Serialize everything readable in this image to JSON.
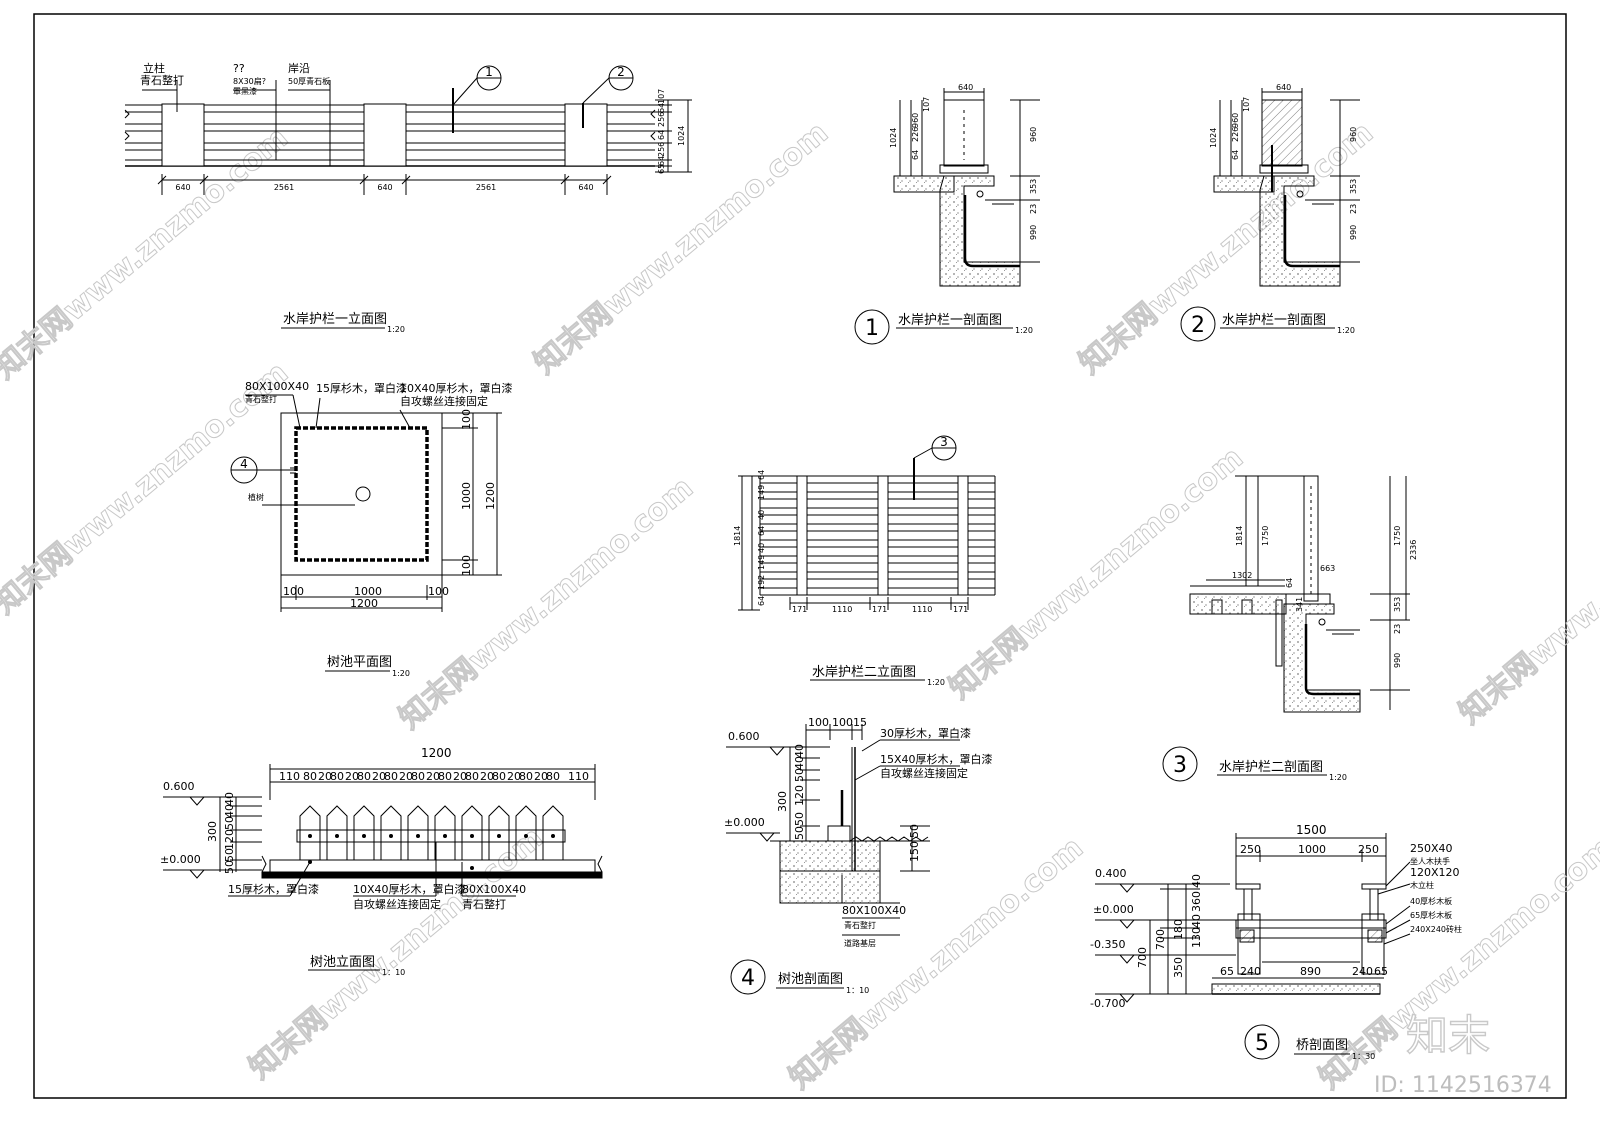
{
  "watermark": {
    "text": "知末网www.znzmo.com",
    "brand": "知末",
    "id": "ID: 1142516374"
  },
  "rail1_elev": {
    "title": "水岸护栏一立面图",
    "scale": "1:20",
    "notes": [
      "立柱",
      "青石整打",
      "??",
      "8X30扁?",
      "罩黑漆",
      "岸沿",
      "50厚青石板"
    ],
    "dims_bottom": [
      "640",
      "2561",
      "640",
      "2561",
      "640"
    ],
    "dims_right": [
      "107",
      "64",
      "256",
      "64",
      "256",
      "64",
      "65"
    ],
    "dim_total": "1024",
    "markers": [
      "1",
      "2"
    ]
  },
  "sec1": {
    "num": "1",
    "title": "水岸护栏一剖面图",
    "scale": "1:20",
    "dims": [
      "640",
      "107",
      "960",
      "226",
      "64",
      "1024",
      "960",
      "353",
      "23",
      "990"
    ]
  },
  "sec2": {
    "num": "2",
    "title": "水岸护栏一剖面图",
    "scale": "1:20",
    "dims": [
      "640",
      "107",
      "960",
      "226",
      "64",
      "1024",
      "960",
      "353",
      "23",
      "990"
    ]
  },
  "treepit_plan": {
    "title": "树池平面图",
    "scale": "1:20",
    "notes": [
      "80X100X40",
      "青石整打",
      "15厚杉木，罩白漆",
      "10X40厚杉木，罩白漆",
      "自攻螺丝连接固定",
      "植树"
    ],
    "marker": "4",
    "dims_right": [
      "100",
      "1000",
      "100"
    ],
    "dim_right_total": "1200",
    "dims_bottom": [
      "100",
      "1000",
      "100"
    ],
    "dim_bottom_total": "1200"
  },
  "rail2_elev": {
    "title": "水岸护栏二立面图",
    "scale": "1:20",
    "marker": "3",
    "dims_bottom": [
      "171",
      "1110",
      "171",
      "1110",
      "171"
    ],
    "dims_left": [
      "64",
      "149",
      "40",
      "64",
      "40",
      "149",
      "192",
      "64"
    ],
    "dim_total": "1814"
  },
  "sec3": {
    "num": "3",
    "title": "水岸护栏二剖面图",
    "scale": "1:20",
    "dims": [
      "1814",
      "1750",
      "663",
      "1302",
      "64",
      "341",
      "1750",
      "2336",
      "353",
      "23",
      "990"
    ]
  },
  "treepit_elev": {
    "title": "树池立面图",
    "scale": "1：10",
    "dim_total": "1200",
    "dims_top": [
      "110",
      "80",
      "20",
      "80",
      "20",
      "80",
      "20",
      "80",
      "20",
      "80",
      "20",
      "80",
      "20",
      "80",
      "20",
      "80",
      "20",
      "80",
      "20",
      "80",
      "110"
    ],
    "levels": [
      "0.600",
      "±0.000"
    ],
    "dims_left": [
      "300",
      "40",
      "40",
      "50",
      "120",
      "50",
      "50"
    ],
    "notes": [
      "15厚杉木，罩白漆",
      "10X40厚杉木，罩白漆",
      "自攻螺丝连接固定",
      "80X100X40",
      "青石整打"
    ]
  },
  "treepit_sec": {
    "num": "4",
    "title": "树池剖面图",
    "scale": "1：10",
    "dims_top": [
      "100",
      "100",
      "15"
    ],
    "levels": [
      "0.600",
      "±0.000"
    ],
    "dims_left": [
      "300",
      "40",
      "40",
      "50",
      "120",
      "50",
      "50"
    ],
    "dims_right": [
      "50",
      "150"
    ],
    "notes": [
      "30厚杉木，罩白漆",
      "15X40厚杉木，罩白漆",
      "自攻螺丝连接固定",
      "80X100X40",
      "青石整打",
      "道路基层"
    ]
  },
  "bridge_sec": {
    "num": "5",
    "title": "桥剖面图",
    "scale": "1：30",
    "dim_total": "1500",
    "dims_top": [
      "250",
      "1000",
      "250"
    ],
    "dims_bottom": [
      "65",
      "240",
      "890",
      "240",
      "65"
    ],
    "levels": [
      "0.400",
      "±0.000",
      "-0.350",
      "-0.700"
    ],
    "dims_left": [
      "40",
      "360",
      "40",
      "180",
      "130",
      "350",
      "700",
      "700"
    ],
    "notes": [
      "250X40",
      "坐人木扶手",
      "120X120",
      "木立柱",
      "40厚杉木板",
      "65厚杉木板",
      "240X240砖柱"
    ]
  }
}
